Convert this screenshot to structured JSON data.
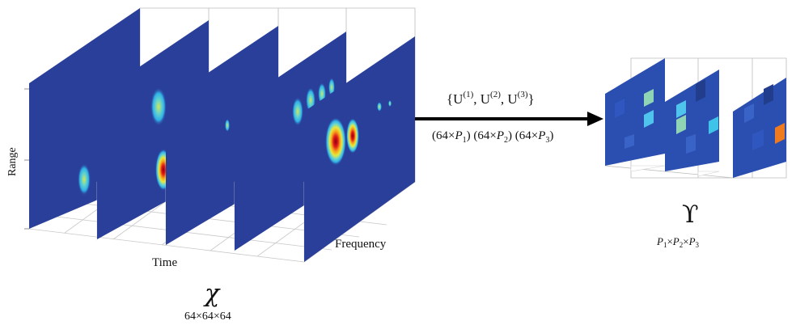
{
  "input": {
    "axis_range": "Range",
    "axis_time": "Time",
    "axis_frequency": "Frequency",
    "symbol": "χ",
    "dims": "64×64×64"
  },
  "transform": {
    "factors_prefix": "{U",
    "factor_1_sup": "(1)",
    "factor_2_sup": "(2)",
    "factor_3_sup": "(3)",
    "sep": ", U",
    "factors_suffix": "}",
    "size_a": "(64×",
    "size_p": "P",
    "size_sub_1": "1",
    "size_sub_2": "2",
    "size_sub_3": "3",
    "size_b": ") (64×",
    "size_close": ")"
  },
  "core": {
    "symbol": "ϒ",
    "p": "P",
    "sub_1": "1",
    "sub_2": "2",
    "sub_3": "3",
    "times": "×"
  },
  "colors": {
    "background_blue": "#2a3f9a",
    "cyan": "#3fc3e8",
    "red": "#c4121a",
    "orange": "#f07a1e",
    "arrow": "#000000"
  }
}
